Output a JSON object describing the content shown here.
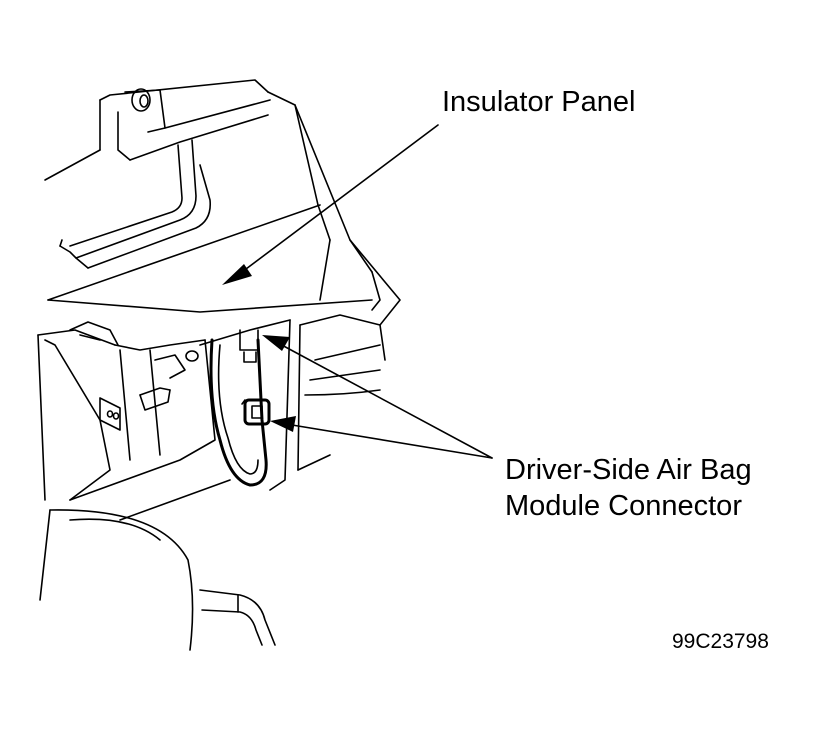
{
  "callouts": {
    "insulator_panel": "Insulator Panel",
    "airbag_connector_line1": "Driver-Side Air Bag",
    "airbag_connector_line2": "Module Connector"
  },
  "figure_code": "99C23798"
}
